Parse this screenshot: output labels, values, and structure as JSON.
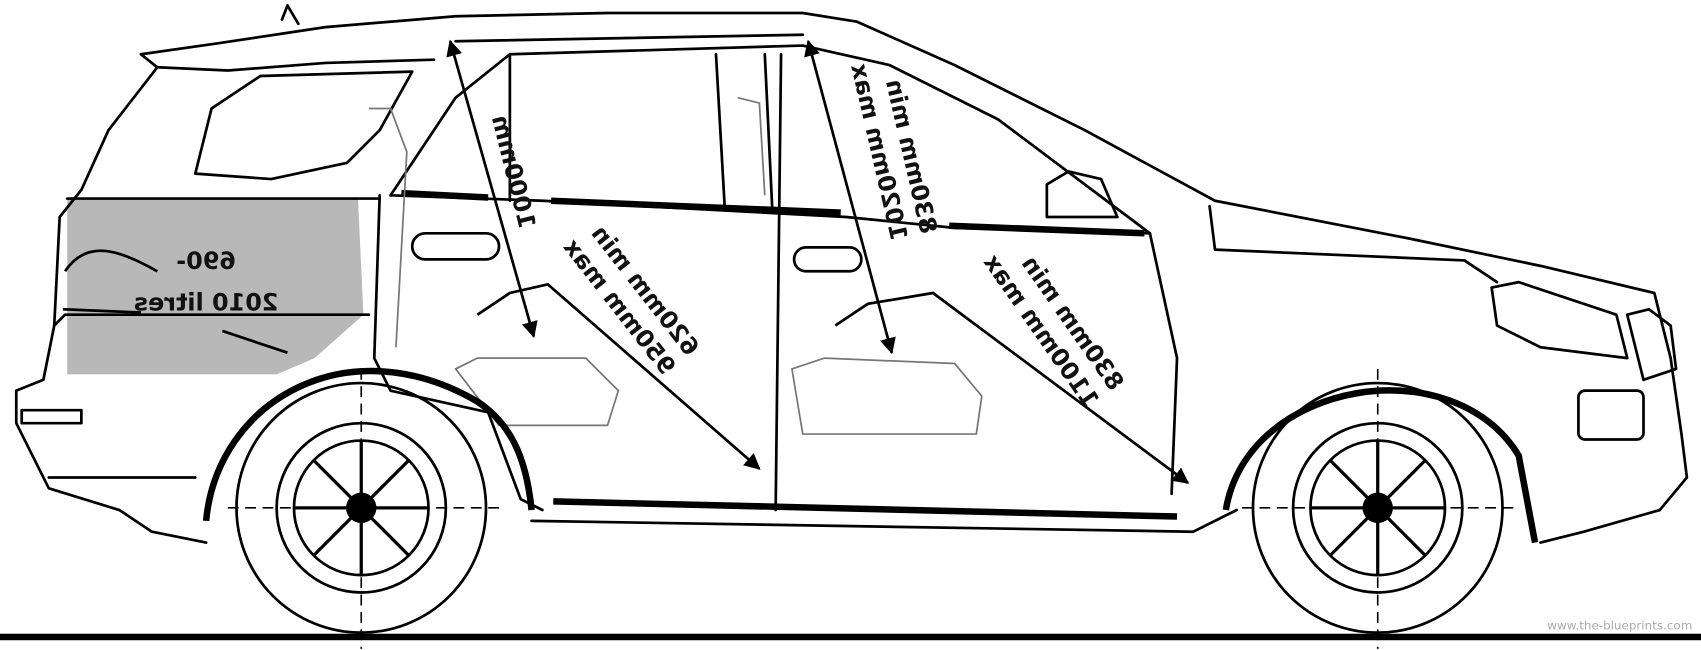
{
  "cargo": {
    "line1": "690-",
    "line2": "2010 litres"
  },
  "dimensions": {
    "rear_headroom": "1000mm",
    "front_headroom_min": "830mm min",
    "front_headroom_max": "1020mm max",
    "rear_legroom_min": "620mm min",
    "rear_legroom_max": "950mm max",
    "front_legroom_min": "830mm min",
    "front_legroom_max": "1100mm max"
  },
  "watermark": "www.the-blueprints.com",
  "colors": {
    "cargo_fill": "#b8b8b8",
    "line": "#000000"
  }
}
